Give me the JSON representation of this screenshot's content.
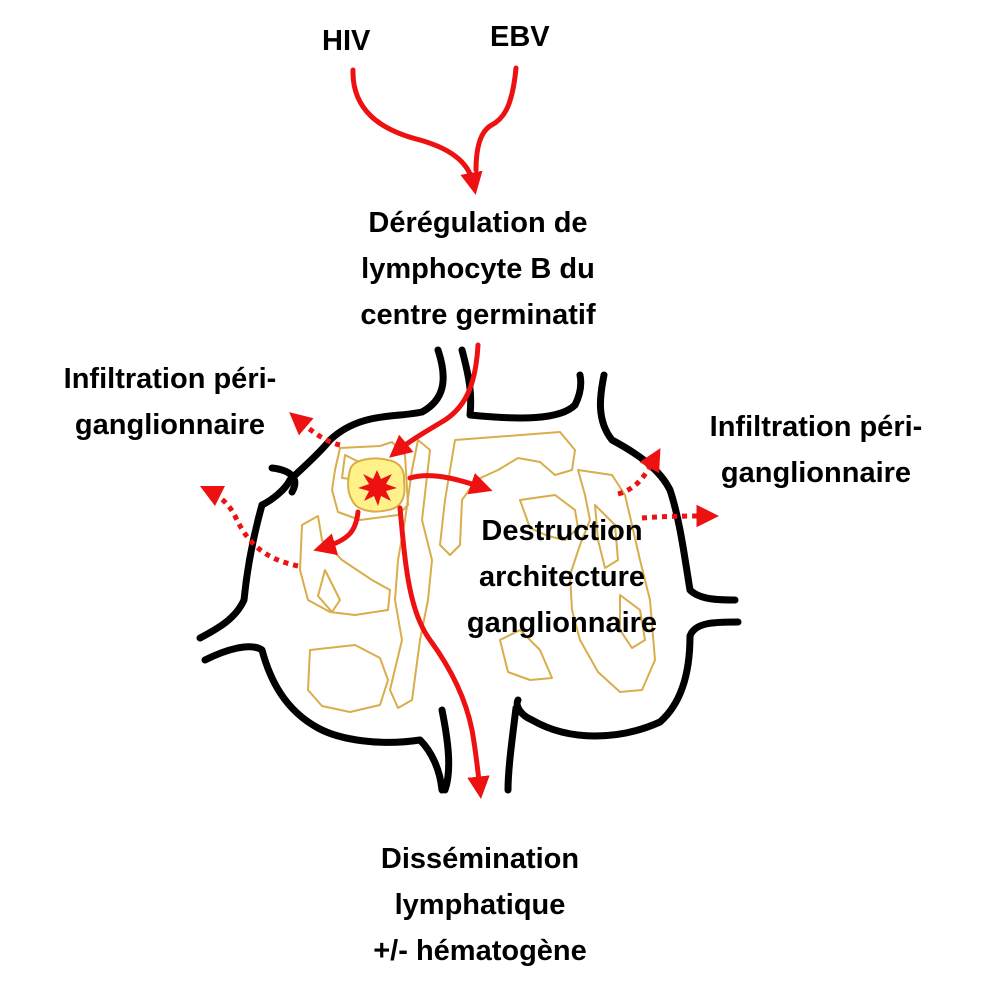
{
  "labels": {
    "hiv": "HIV",
    "ebv": "EBV",
    "deregulation": [
      "Dérégulation de",
      "lymphocyte B du",
      "centre germinatif"
    ],
    "infiltration_left": [
      "Infiltration péri-",
      "ganglionnaire"
    ],
    "infiltration_right": [
      "Infiltration péri-",
      "ganglionnaire"
    ],
    "destruction": [
      "Destruction",
      "architecture",
      "ganglionnaire"
    ],
    "dissemination": [
      "Dissémination",
      "lymphatique",
      "+/- hématogène"
    ]
  },
  "colors": {
    "arrow": "#ee1111",
    "node_outline": "#000000",
    "reticulum": "#d9ad4a",
    "tumor_fill": "#fff28a",
    "burst": "#ee1111",
    "text": "#000000"
  }
}
